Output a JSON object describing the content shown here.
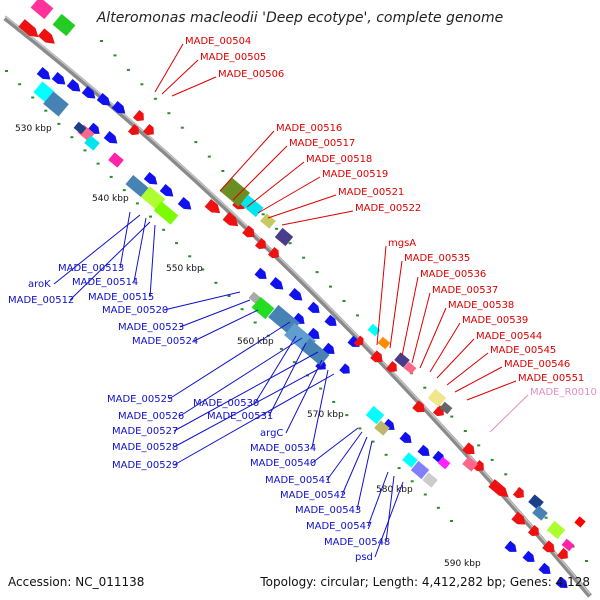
{
  "title": "Alteromonas macleodii 'Deep ecotype', complete genome",
  "footer": {
    "accession": "Accession: NC_011138",
    "topology": "Topology: circular; Length: 4,412,282 bp; Genes: 4,128"
  },
  "ticks": [
    "530 kbp",
    "540 kbp",
    "550 kbp",
    "560 kbp",
    "570 kbp",
    "580 kbp",
    "590 kbp"
  ],
  "labels_right": [
    {
      "text": "MADE_00504",
      "color": "#dd0000"
    },
    {
      "text": "MADE_00505",
      "color": "#dd0000"
    },
    {
      "text": "MADE_00506",
      "color": "#dd0000"
    },
    {
      "text": "MADE_00516",
      "color": "#dd0000"
    },
    {
      "text": "MADE_00517",
      "color": "#dd0000"
    },
    {
      "text": "MADE_00518",
      "color": "#dd0000"
    },
    {
      "text": "MADE_00519",
      "color": "#dd0000"
    },
    {
      "text": "MADE_00521",
      "color": "#dd0000"
    },
    {
      "text": "MADE_00522",
      "color": "#dd0000"
    },
    {
      "text": "mgsA",
      "color": "#dd0000"
    },
    {
      "text": "MADE_00535",
      "color": "#dd0000"
    },
    {
      "text": "MADE_00536",
      "color": "#dd0000"
    },
    {
      "text": "MADE_00537",
      "color": "#dd0000"
    },
    {
      "text": "MADE_00538",
      "color": "#dd0000"
    },
    {
      "text": "MADE_00539",
      "color": "#dd0000"
    },
    {
      "text": "MADE_00544",
      "color": "#dd0000"
    },
    {
      "text": "MADE_00545",
      "color": "#dd0000"
    },
    {
      "text": "MADE_00546",
      "color": "#dd0000"
    },
    {
      "text": "MADE_00551",
      "color": "#dd0000"
    },
    {
      "text": "MADE_R0010",
      "color": "#e28fc4"
    }
  ],
  "labels_left": [
    {
      "text": "MADE_00513",
      "color": "#1010cc"
    },
    {
      "text": "aroK",
      "color": "#1010cc"
    },
    {
      "text": "MADE_00514",
      "color": "#1010cc"
    },
    {
      "text": "MADE_00512",
      "color": "#1010cc"
    },
    {
      "text": "MADE_00515",
      "color": "#1010cc"
    },
    {
      "text": "MADE_00520",
      "color": "#1010cc"
    },
    {
      "text": "MADE_00523",
      "color": "#1010cc"
    },
    {
      "text": "MADE_00524",
      "color": "#1010cc"
    },
    {
      "text": "MADE_00525",
      "color": "#1010cc"
    },
    {
      "text": "MADE_00530",
      "color": "#1010cc"
    },
    {
      "text": "MADE_00526",
      "color": "#1010cc"
    },
    {
      "text": "MADE_00531",
      "color": "#1010cc"
    },
    {
      "text": "MADE_00527",
      "color": "#1010cc"
    },
    {
      "text": "argC",
      "color": "#1010cc"
    },
    {
      "text": "MADE_00528",
      "color": "#1010cc"
    },
    {
      "text": "MADE_00534",
      "color": "#1010cc"
    },
    {
      "text": "MADE_00529",
      "color": "#1010cc"
    },
    {
      "text": "MADE_00540",
      "color": "#1010cc"
    },
    {
      "text": "MADE_00541",
      "color": "#1010cc"
    },
    {
      "text": "MADE_00542",
      "color": "#1010cc"
    },
    {
      "text": "MADE_00543",
      "color": "#1010cc"
    },
    {
      "text": "MADE_00547",
      "color": "#1010cc"
    },
    {
      "text": "MADE_00548",
      "color": "#1010cc"
    },
    {
      "text": "psd",
      "color": "#1010cc"
    }
  ]
}
